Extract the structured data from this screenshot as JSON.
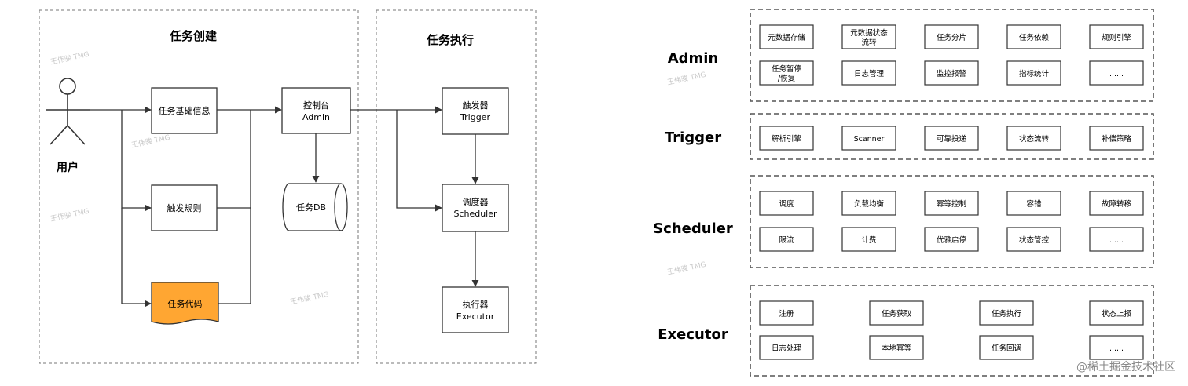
{
  "left": {
    "groups": {
      "create": "任务创建",
      "exec": "任务执行"
    },
    "actor": "用户",
    "nodes": {
      "basic": "任务基础信息",
      "rule": "触发规则",
      "code": "任务代码",
      "admin": [
        "控制台",
        "Admin"
      ],
      "db": "任务DB",
      "trigger": [
        "触发器",
        "Trigger"
      ],
      "scheduler": [
        "调度器",
        "Scheduler"
      ],
      "executor": [
        "执行器",
        "Executor"
      ]
    }
  },
  "right": {
    "layers": [
      {
        "name": "Admin",
        "rows": [
          [
            [
              "元数据存储"
            ],
            [
              "元数据状态",
              "流转"
            ],
            [
              "任务分片"
            ],
            [
              "任务依赖"
            ],
            [
              "规则引擎"
            ]
          ],
          [
            [
              "任务暂停",
              "/恢复"
            ],
            [
              "日志管理"
            ],
            [
              "监控报警"
            ],
            [
              "指标统计"
            ],
            [
              "......"
            ]
          ]
        ]
      },
      {
        "name": "Trigger",
        "rows": [
          [
            [
              "解析引擎"
            ],
            [
              "Scanner"
            ],
            [
              "可靠投递"
            ],
            [
              "状态流转"
            ],
            [
              "补偿策略"
            ]
          ]
        ]
      },
      {
        "name": "Scheduler",
        "rows": [
          [
            [
              "调度"
            ],
            [
              "负载均衡"
            ],
            [
              "幂等控制"
            ],
            [
              "容错"
            ],
            [
              "故障转移"
            ]
          ],
          [
            [
              "限流"
            ],
            [
              "计费"
            ],
            [
              "优雅启停"
            ],
            [
              "状态管控"
            ],
            [
              "......"
            ]
          ]
        ]
      },
      {
        "name": "Executor",
        "rows": [
          [
            [
              "注册"
            ],
            [
              "任务获取"
            ],
            [
              "任务执行"
            ],
            [
              "状态上报"
            ]
          ],
          [
            [
              "日志处理"
            ],
            [
              "本地幂等"
            ],
            [
              "任务回调"
            ],
            [
              "......"
            ]
          ]
        ]
      }
    ]
  },
  "watermark": "王伟骏 TMG",
  "credit": "@稀土掘金技术社区",
  "colors": {
    "stroke": "#333333",
    "dash": "#555555",
    "code_fill": "#ffa632"
  }
}
